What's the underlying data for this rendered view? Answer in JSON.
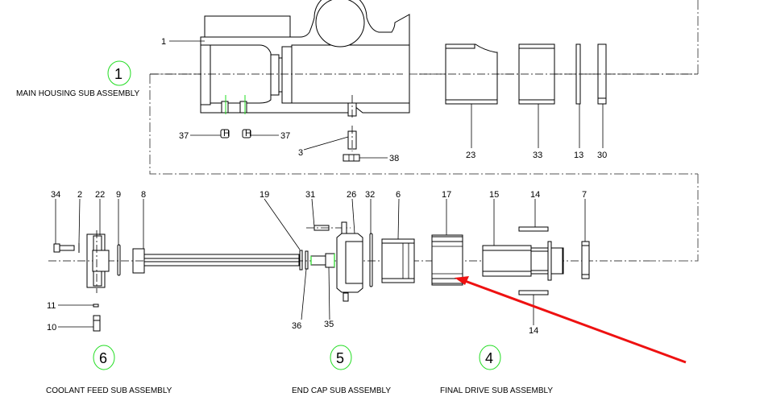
{
  "diagram": {
    "type": "exploded-assembly-drawing",
    "accent_colors": {
      "balloon_outline": "#22dd22",
      "annotation_arrow": "#ee1111",
      "lines": "#000000",
      "group_boundary": "#555555"
    }
  },
  "assemblies": [
    {
      "id": "1",
      "caption": "MAIN HOUSING SUB ASSEMBLY"
    },
    {
      "id": "6",
      "caption": "COOLANT FEED SUB ASSEMBLY"
    },
    {
      "id": "5",
      "caption": "END CAP SUB ASSEMBLY"
    },
    {
      "id": "4",
      "caption": "FINAL DRIVE SUB ASSEMBLY"
    }
  ],
  "part_labels": {
    "p1": "1",
    "p37a": "37",
    "p37b": "37",
    "p3": "3",
    "p38": "38",
    "p23": "23",
    "p33": "33",
    "p13": "13",
    "p30": "30",
    "p34": "34",
    "p2": "2",
    "p22": "22",
    "p9": "9",
    "p8": "8",
    "p11": "11",
    "p10": "10",
    "p19": "19",
    "p31": "31",
    "p26": "26",
    "p32": "32",
    "p6": "6",
    "p36": "36",
    "p35": "35",
    "p17": "17",
    "p15": "15",
    "p14a": "14",
    "p14b": "14",
    "p7": "7"
  },
  "annotation": {
    "arrow_target_part": "17",
    "arrow_color": "#ee1111"
  }
}
